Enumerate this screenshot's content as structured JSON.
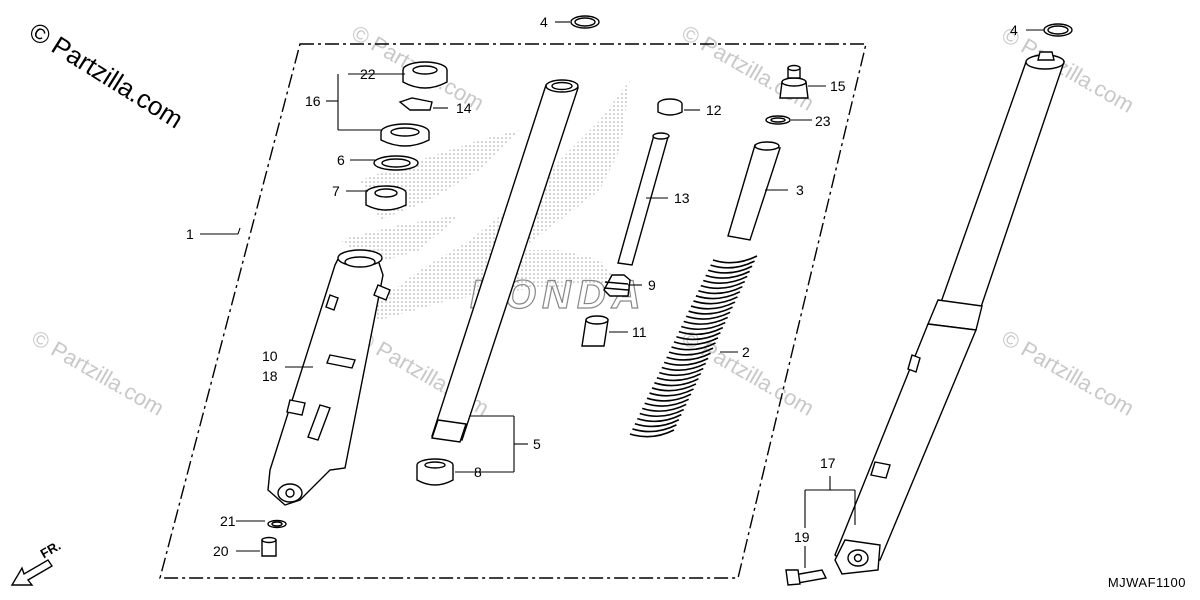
{
  "watermark": {
    "main": "© Partzilla.com",
    "faint": "© Partzilla.com"
  },
  "diagram_code": "MJWAF1100",
  "direction_label": "FR.",
  "brand_background": "HONDA",
  "callouts": {
    "c1": "1",
    "c2": "2",
    "c3": "3",
    "c4a": "4",
    "c4b": "4",
    "c5": "5",
    "c6": "6",
    "c7": "7",
    "c8": "8",
    "c9": "9",
    "c10": "10",
    "c11": "11",
    "c12": "12",
    "c13": "13",
    "c14": "14",
    "c15": "15",
    "c16": "16",
    "c17": "17",
    "c18": "18",
    "c19": "19",
    "c20": "20",
    "c21": "21",
    "c22": "22",
    "c23": "23"
  },
  "colors": {
    "line": "#000000",
    "watermark": "#c8c8c8",
    "dots": "#999999"
  }
}
